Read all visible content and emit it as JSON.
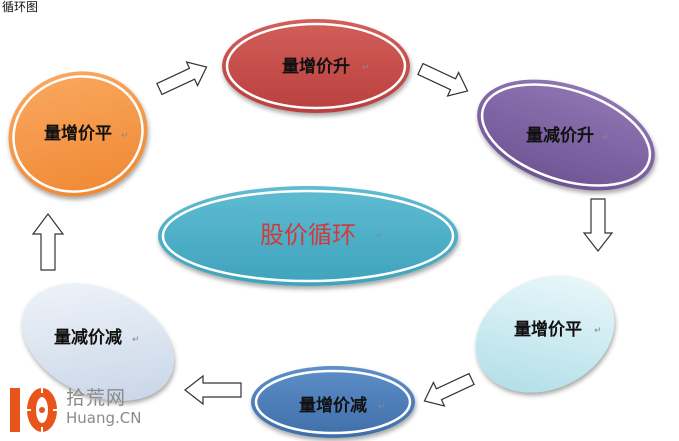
{
  "caption": "循环图",
  "center": {
    "label": "股价循环",
    "color": "#4aaec6"
  },
  "nodes": [
    {
      "label": "量增价升",
      "color": "#c0504d"
    },
    {
      "label": "量减价升",
      "color": "#8064a2"
    },
    {
      "label": "量增价平",
      "color": "#d4eef4"
    },
    {
      "label": "量增价减",
      "color": "#4f81bd"
    },
    {
      "label": "量减价减",
      "color": "#dde6f2"
    },
    {
      "label": "量增价平",
      "color": "#f79646"
    }
  ],
  "para_mark": "↵",
  "watermark": {
    "number": "10",
    "name": "拾荒网",
    "url": "Huang.CN",
    "color": "#e8541a"
  }
}
